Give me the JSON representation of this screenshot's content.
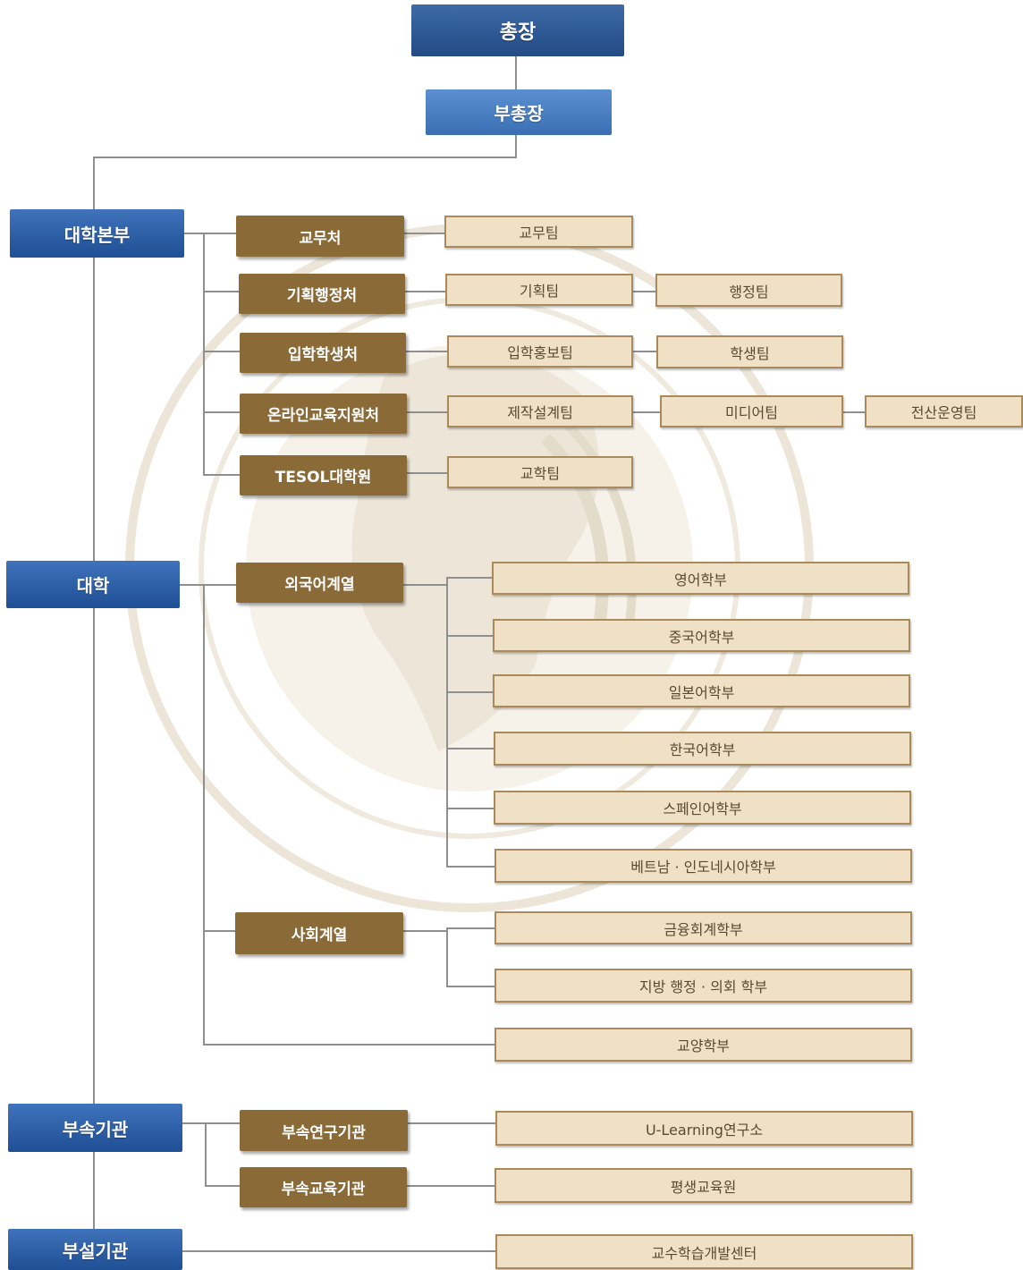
{
  "colors": {
    "top": "#234b85",
    "vice": "#3a6fb4",
    "division": "#1f4f95",
    "unit": "#8a6a37",
    "team_fill": "#f0e1c6",
    "team_border": "#a98a5a",
    "connector": "#8f8f8f"
  },
  "top": {
    "president": "총장",
    "vice_president": "부총장"
  },
  "divisions": {
    "headquarters": "대학본부",
    "college": "대학",
    "affiliated": "부속기관",
    "attached": "부설기관"
  },
  "units": {
    "academic_affairs": "교무처",
    "planning": "기획행정처",
    "admissions": "입학학생처",
    "online_edu": "온라인교육지원처",
    "tesol": "TESOL대학원",
    "foreign_lang": "외국어계열",
    "social": "사회계열",
    "research_inst": "부속연구기관",
    "edu_inst": "부속교육기관"
  },
  "teams": {
    "academic_team": "교무팀",
    "planning_team": "기획팀",
    "admin_team": "행정팀",
    "admissions_pr_team": "입학홍보팀",
    "student_team": "학생팀",
    "production_team": "제작설계팀",
    "media_team": "미디어팀",
    "it_team": "전산운영팀",
    "academic_affairs_team": "교학팀"
  },
  "schools": {
    "english": "영어학부",
    "chinese": "중국어학부",
    "japanese": "일본어학부",
    "korean": "한국어학부",
    "spanish": "스페인어학부",
    "vietnam_indonesia": "베트남 · 인도네시아학부",
    "finance_accounting": "금융회계학부",
    "local_admin": "지방 행정 · 의회 학부",
    "liberal_arts": "교양학부",
    "u_learning": "U-Learning연구소",
    "lifelong": "평생교육원",
    "teaching_center": "교수학습개발센터"
  }
}
